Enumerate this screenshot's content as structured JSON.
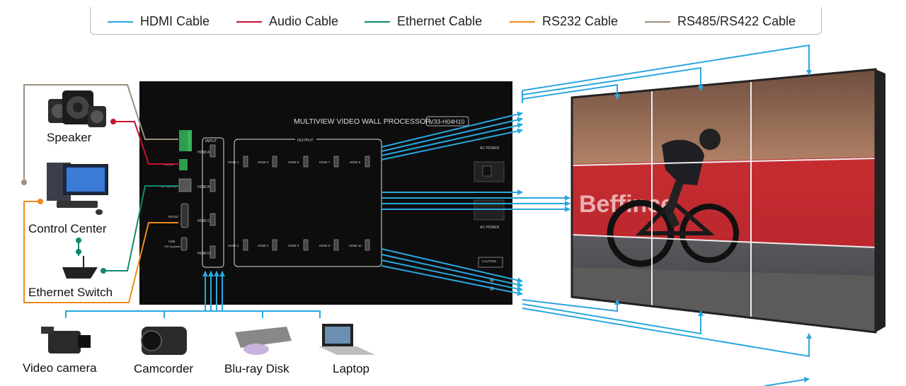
{
  "legend": {
    "hdmi": {
      "label": "HDMI Cable",
      "color": "#2aa6df"
    },
    "audio": {
      "label": "Audio Cable",
      "color": "#c8102e"
    },
    "ethernet": {
      "label": "Ethernet Cable",
      "color": "#0f8a6e"
    },
    "rs232": {
      "label": "RS232 Cable",
      "color": "#ef8a1a"
    },
    "rs485": {
      "label": "RS485/RS422 Cable",
      "color": "#9c8f7e"
    }
  },
  "devices": {
    "speaker": "Speaker",
    "control_center": "Control Center",
    "ethernet_switch": "Ethernet Switch",
    "video_camera": "Video camera",
    "camcorder": "Camcorder",
    "bluray": "Blu-ray Disk",
    "laptop": "Laptop"
  },
  "processor": {
    "title": "MULTIVIEW VIDEO WALL PROCESSOR",
    "model": "V33-H04H10",
    "input_header": "INPUT",
    "output_header": "OUTPUT",
    "inputs": [
      "HDMI A",
      "HDMI B",
      "HDMI C",
      "HDMI D"
    ],
    "outputs_top": [
      "HDMI 1",
      "HDMI 3",
      "HDMI 5",
      "HDMI 7",
      "HDMI 9"
    ],
    "outputs_bottom": [
      "HDMI 2",
      "HDMI 4",
      "HDMI 6",
      "HDMI 8",
      "HDMI 10"
    ],
    "ethernet_label": "ETHERNET",
    "rs232_label": "RS232",
    "usb_label": "USB",
    "usb_sub": "FW Upgrade",
    "audio_label": "AUDIO",
    "power_label_1": "AC POWER",
    "power_label_2": "AC POWER",
    "caution_label": "CAUTION"
  },
  "video_wall": {
    "rows": 3,
    "cols": 3,
    "ad_text": "Beffince"
  }
}
